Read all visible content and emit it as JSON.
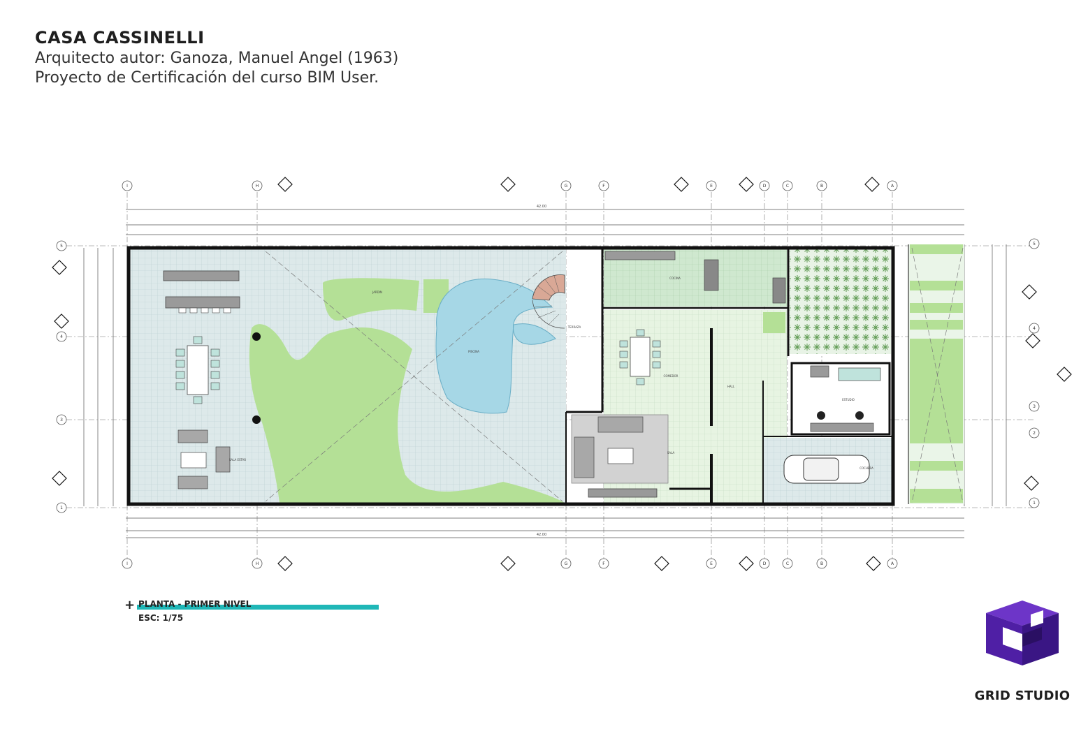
{
  "header": {
    "title": "CASA CASSINELLI",
    "author_line": "Arquitecto autor: Ganoza, Manuel Angel (1963)",
    "project_line": "Proyecto de Certificación del curso BIM User."
  },
  "plan": {
    "grid_columns_top": [
      "I",
      "H",
      "G",
      "F",
      "E",
      "D",
      "C",
      "B",
      "A"
    ],
    "grid_rows": [
      "5",
      "4",
      "3",
      "2",
      "1"
    ],
    "overall_dimension": "42.00",
    "room_labels": [
      "COCINA",
      "COMEDOR",
      "SALA",
      "PISCINA",
      "JARDIN",
      "TERRAZA",
      "ESTUDIO",
      "COCHERA",
      "SALA ESTAR",
      "HALL"
    ],
    "colors": {
      "floor_tile": "#dde9ea",
      "garden": "#b4e096",
      "pool": "#a6d7e6",
      "kitchen": "#cfe8cf",
      "dining": "#e7f4e2",
      "living_rug": "#d2d2d2",
      "wall": "#111111",
      "accent": "#1fb7b7"
    }
  },
  "legend": {
    "name": "PLANTA - PRIMER NIVEL",
    "scale": "ESC: 1/75"
  },
  "brand": {
    "name": "GRID STUDIO",
    "logo_icon": "cube-logo-icon",
    "colors": {
      "top": "#6d35c8",
      "left": "#4f1fa5",
      "right": "#3a1684"
    }
  }
}
